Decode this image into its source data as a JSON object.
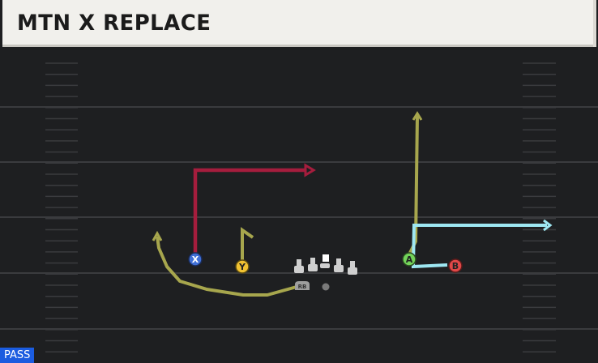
{
  "play": {
    "title": "MTN X REPLACE",
    "play_type": "PASS"
  },
  "players": [
    {
      "label": "X",
      "role": "receiver",
      "color": "#3f6fd6"
    },
    {
      "label": "Y",
      "role": "receiver",
      "color": "#f1c232"
    },
    {
      "label": "A",
      "role": "receiver",
      "color": "#73d35a"
    },
    {
      "label": "B",
      "role": "receiver",
      "color": "#e04848"
    },
    {
      "label": "RB",
      "role": "running-back",
      "color": "#9e9e9e"
    }
  ],
  "colors": {
    "background": "#1e1f21",
    "yard_line": "#3a3b3e",
    "hash_mark": "#3a3b3e",
    "title_bar": "#f1f0ec",
    "title_text": "#1b1b1b",
    "route_red": "#a51d3d",
    "route_yellow": "#a7a64d",
    "route_cyan": "#9ee7f2",
    "lineman": "#cfcfcf",
    "pass_badge": "#1b5ce0"
  }
}
